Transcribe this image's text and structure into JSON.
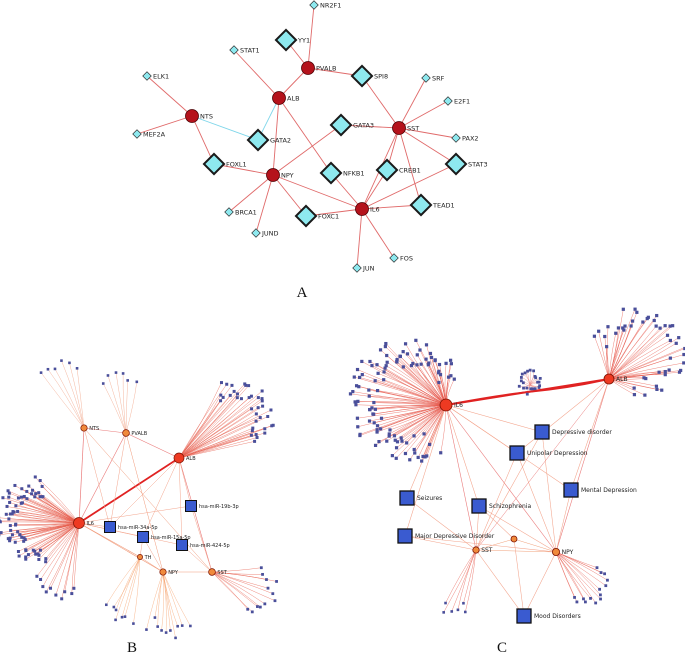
{
  "panels": [
    {
      "letter": "A",
      "nodes": [
        {
          "id": "NR2F1",
          "label": "NR2F1",
          "kind": "tf-small"
        },
        {
          "id": "YY1",
          "label": "YY1",
          "kind": "tf-large"
        },
        {
          "id": "STAT1",
          "label": "STAT1",
          "kind": "tf-small"
        },
        {
          "id": "PVALB",
          "label": "PVALB",
          "kind": "gene"
        },
        {
          "id": "SPI8",
          "label": "SPI8",
          "kind": "tf-large"
        },
        {
          "id": "SRF",
          "label": "SRF",
          "kind": "tf-small"
        },
        {
          "id": "ELK1",
          "label": "ELK1",
          "kind": "tf-small"
        },
        {
          "id": "ALB",
          "label": "ALB",
          "kind": "gene"
        },
        {
          "id": "E2F1",
          "label": "E2F1",
          "kind": "tf-small"
        },
        {
          "id": "NTS",
          "label": "NTS",
          "kind": "gene"
        },
        {
          "id": "MEF2A",
          "label": "MEF2A",
          "kind": "tf-small"
        },
        {
          "id": "GATA3",
          "label": "GATA3",
          "kind": "tf-large"
        },
        {
          "id": "SST",
          "label": "SST",
          "kind": "gene"
        },
        {
          "id": "PAX2",
          "label": "PAX2",
          "kind": "tf-small"
        },
        {
          "id": "GATA2",
          "label": "GATA2",
          "kind": "tf-large"
        },
        {
          "id": "FOXL1",
          "label": "FOXL1",
          "kind": "tf-large"
        },
        {
          "id": "NPY",
          "label": "NPY",
          "kind": "gene"
        },
        {
          "id": "NFKB1",
          "label": "NFKB1",
          "kind": "tf-large"
        },
        {
          "id": "CREB1",
          "label": "CREB1",
          "kind": "tf-large"
        },
        {
          "id": "STAT3",
          "label": "STAT3",
          "kind": "tf-large"
        },
        {
          "id": "BRCA1",
          "label": "BRCA1",
          "kind": "tf-small"
        },
        {
          "id": "FOXC1",
          "label": "FOXC1",
          "kind": "tf-large"
        },
        {
          "id": "IL6",
          "label": "IL6",
          "kind": "gene"
        },
        {
          "id": "TEAD1",
          "label": "TEAD1",
          "kind": "tf-large"
        },
        {
          "id": "JUND",
          "label": "JUND",
          "kind": "tf-small"
        },
        {
          "id": "FOS",
          "label": "FOS",
          "kind": "tf-small"
        },
        {
          "id": "JUN",
          "label": "JUN",
          "kind": "tf-small"
        }
      ],
      "edges": [
        [
          "NR2F1",
          "PVALB"
        ],
        [
          "YY1",
          "PVALB"
        ],
        [
          "STAT1",
          "ALB"
        ],
        [
          "PVALB",
          "ALB"
        ],
        [
          "PVALB",
          "SPI8"
        ],
        [
          "SPI8",
          "SST"
        ],
        [
          "SRF",
          "SST"
        ],
        [
          "E2F1",
          "SST"
        ],
        [
          "PAX2",
          "SST"
        ],
        [
          "ELK1",
          "NTS"
        ],
        [
          "MEF2A",
          "NTS"
        ],
        [
          "NTS",
          "GATA2",
          "blue"
        ],
        [
          "NTS",
          "FOXL1"
        ],
        [
          "ALB",
          "GATA2",
          "blue"
        ],
        [
          "ALB",
          "NPY"
        ],
        [
          "ALB",
          "NFKB1"
        ],
        [
          "GATA3",
          "NPY"
        ],
        [
          "GATA3",
          "SST"
        ],
        [
          "FOXL1",
          "NPY"
        ],
        [
          "NPY",
          "BRCA1"
        ],
        [
          "NPY",
          "JUND"
        ],
        [
          "NPY",
          "FOXC1"
        ],
        [
          "NPY",
          "IL6"
        ],
        [
          "NFKB1",
          "IL6"
        ],
        [
          "CREB1",
          "IL6"
        ],
        [
          "CREB1",
          "SST"
        ],
        [
          "STAT3",
          "IL6"
        ],
        [
          "STAT3",
          "SST"
        ],
        [
          "SST",
          "IL6"
        ],
        [
          "TEAD1",
          "IL6"
        ],
        [
          "TEAD1",
          "SST"
        ],
        [
          "FOXC1",
          "IL6"
        ],
        [
          "IL6",
          "FOS"
        ],
        [
          "IL6",
          "JUN"
        ]
      ]
    },
    {
      "letter": "B",
      "hubs": [
        {
          "id": "NTS",
          "label": "NTS"
        },
        {
          "id": "PVALB",
          "label": "PVALB"
        },
        {
          "id": "ALB",
          "label": "ALB"
        },
        {
          "id": "IL6",
          "label": "IL6"
        },
        {
          "id": "TH",
          "label": "TH"
        },
        {
          "id": "NPY",
          "label": "NPY"
        },
        {
          "id": "SST",
          "label": "SST"
        }
      ],
      "mirnas": [
        {
          "id": "m19b",
          "label": "hsa-miR-19b-3p"
        },
        {
          "id": "m34a",
          "label": "hsa-miR-34a-5p"
        },
        {
          "id": "m15a",
          "label": "hsa-miR-15a-5p"
        },
        {
          "id": "m424",
          "label": "hsa-miR-424-5p"
        }
      ]
    },
    {
      "letter": "C",
      "hubs": [
        {
          "id": "IL6",
          "label": "IL6"
        },
        {
          "id": "ALB",
          "label": "ALB"
        },
        {
          "id": "SST",
          "label": "SST"
        },
        {
          "id": "NPY",
          "label": "NPY"
        },
        {
          "id": "X",
          "label": ""
        }
      ],
      "diseases": [
        {
          "id": "dd",
          "label": "Depressive disorder"
        },
        {
          "id": "ud",
          "label": "Unipolar Depression"
        },
        {
          "id": "md",
          "label": "Mental Depression"
        },
        {
          "id": "sz",
          "label": "Seizures"
        },
        {
          "id": "sc",
          "label": "Schizophrenia"
        },
        {
          "id": "mdd",
          "label": "Major Depressive Disorder"
        },
        {
          "id": "mo",
          "label": "Mood Disorders"
        }
      ]
    }
  ],
  "colors": {
    "gene_fill": "#b5121b",
    "tf_fill": "#8ee9ef",
    "tf_stroke": "#1a1a1a",
    "edge": "#e06a6a",
    "edge_blue": "#7fd6ea",
    "hub_fill": "#ee3a22",
    "hub_small_fill": "#f08a3c",
    "square_fill": "#3a5bd0",
    "square_small": "#4a4f9a",
    "edge_thick": "#e42626"
  }
}
